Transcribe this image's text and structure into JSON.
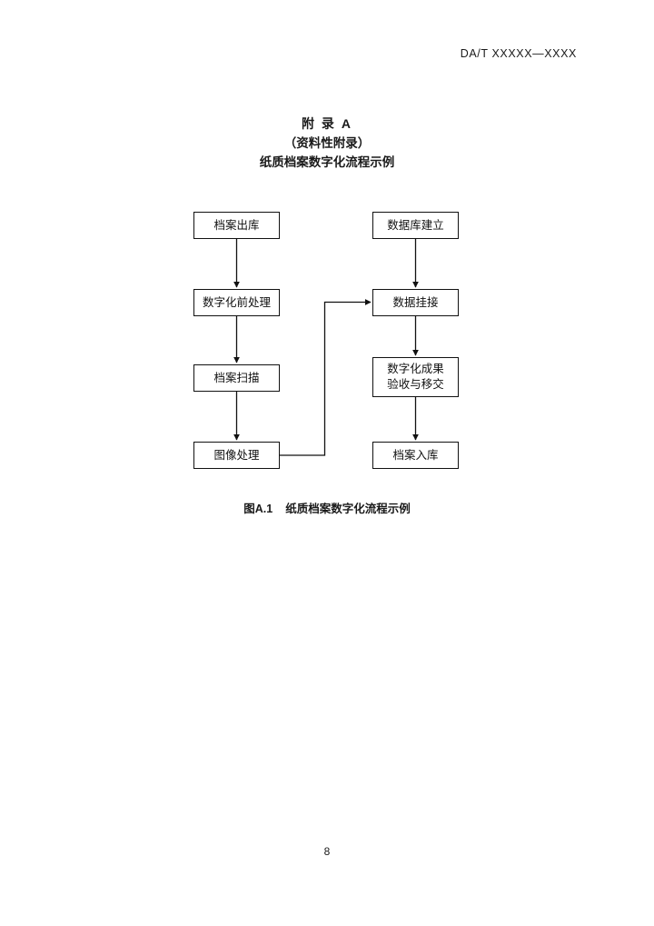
{
  "header": {
    "standard_code": "DA/T XXXXX—XXXX"
  },
  "annex": {
    "label": "附  录  A",
    "kind": "（资料性附录）",
    "name": "纸质档案数字化流程示例"
  },
  "figure": {
    "number": "图A.1",
    "title": "纸质档案数字化流程示例",
    "nodes": [
      {
        "id": "archive-outbound",
        "label": "档案出库",
        "line1": "档案出库",
        "line2": ""
      },
      {
        "id": "pre-digitization",
        "label": "数字化前处理",
        "line1": "数字化前处理",
        "line2": ""
      },
      {
        "id": "archive-scanning",
        "label": "档案扫描",
        "line1": "档案扫描",
        "line2": ""
      },
      {
        "id": "image-processing",
        "label": "图像处理",
        "line1": "图像处理",
        "line2": ""
      },
      {
        "id": "database-creation",
        "label": "数据库建立",
        "line1": "数据库建立",
        "line2": ""
      },
      {
        "id": "data-linking",
        "label": "数据挂接",
        "line1": "数据挂接",
        "line2": ""
      },
      {
        "id": "acceptance-and-handover",
        "label": "数字化成果验收与移交",
        "line1": "数字化成果",
        "line2": "验收与移交"
      },
      {
        "id": "archive-inbound",
        "label": "档案入库",
        "line1": "档案入库",
        "line2": ""
      }
    ],
    "edges": [
      {
        "from": "archive-outbound",
        "to": "pre-digitization"
      },
      {
        "from": "pre-digitization",
        "to": "archive-scanning"
      },
      {
        "from": "archive-scanning",
        "to": "image-processing"
      },
      {
        "from": "image-processing",
        "to": "data-linking"
      },
      {
        "from": "database-creation",
        "to": "data-linking"
      },
      {
        "from": "data-linking",
        "to": "acceptance-and-handover"
      },
      {
        "from": "acceptance-and-handover",
        "to": "archive-inbound"
      }
    ]
  },
  "footer": {
    "page_number": "8"
  }
}
